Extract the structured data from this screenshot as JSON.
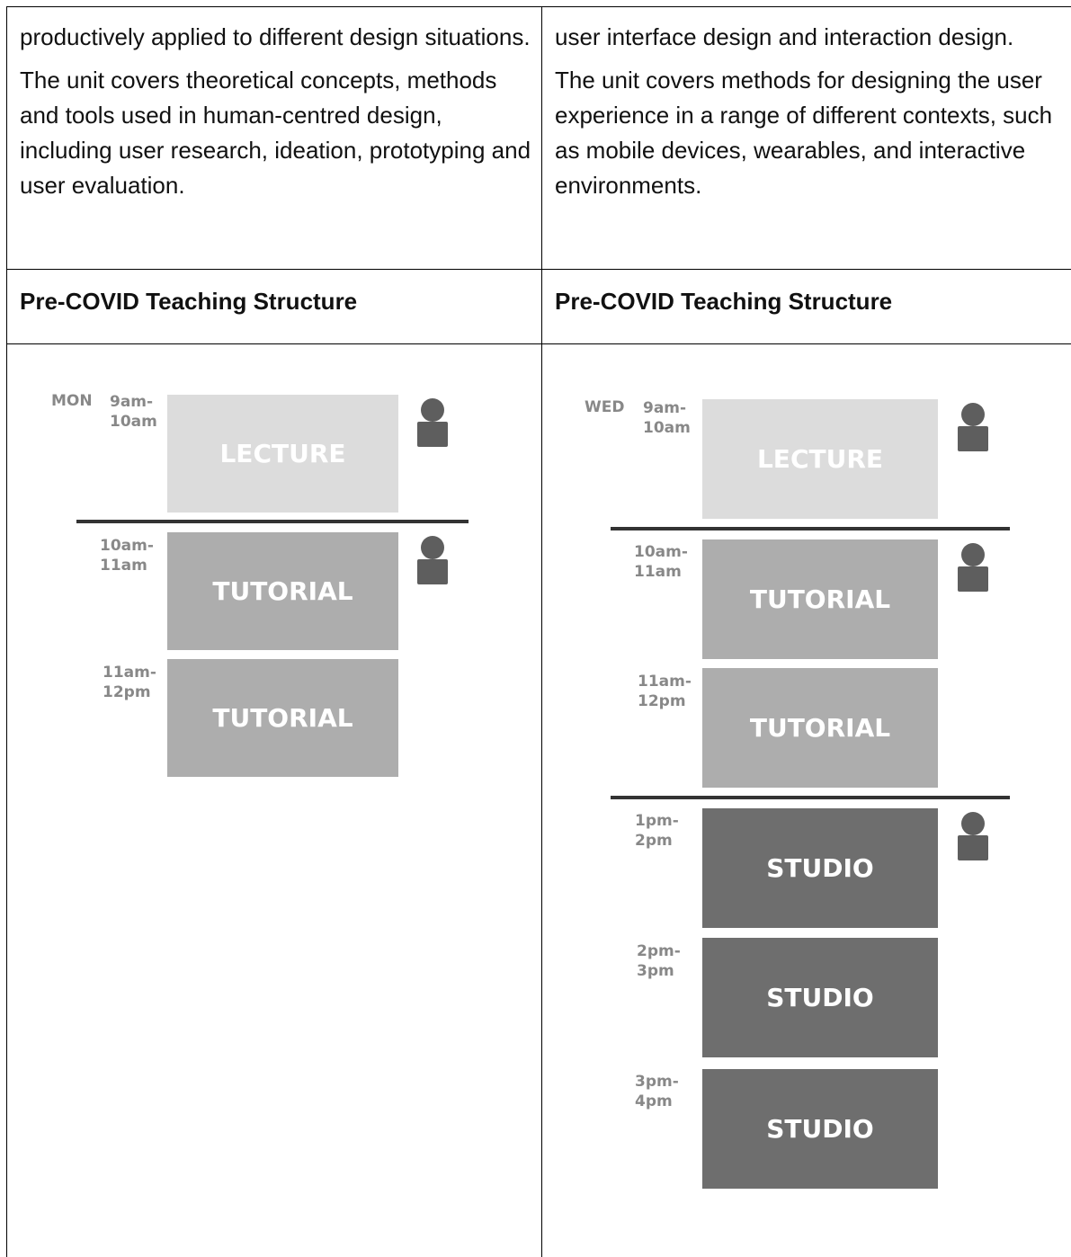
{
  "left_column": {
    "paragraph_1": "productively applied to different design situations.",
    "paragraph_2": "The unit covers theoretical concepts, methods and tools used in human-centred design, including user research, ideation, prototyping and user evaluation.",
    "heading": "Pre-COVID Teaching Structure",
    "schedule": {
      "day": "MON",
      "sessions": [
        {
          "time_1": "9am-",
          "time_2": "10am",
          "label": "LECTURE",
          "color": "#dcdcdc"
        },
        {
          "time_1": "10am-",
          "time_2": "11am",
          "label": "TUTORIAL",
          "color": "#adadad"
        },
        {
          "time_1": "11am-",
          "time_2": "12pm",
          "label": "TUTORIAL",
          "color": "#adadad"
        }
      ]
    }
  },
  "right_column": {
    "paragraph_1": "user interface design and interaction design.",
    "paragraph_2": "The unit covers methods for designing the user experience in a range of different contexts, such as mobile devices, wearables, and interactive environments.",
    "heading": "Pre-COVID Teaching Structure",
    "schedule": {
      "day": "WED",
      "sessions": [
        {
          "time_1": "9am-",
          "time_2": "10am",
          "label": "LECTURE",
          "color": "#dcdcdc"
        },
        {
          "time_1": "10am-",
          "time_2": "11am",
          "label": "TUTORIAL",
          "color": "#adadad"
        },
        {
          "time_1": "11am-",
          "time_2": "12pm",
          "label": "TUTORIAL",
          "color": "#adadad"
        },
        {
          "time_1": "1pm-",
          "time_2": "2pm",
          "label": "STUDIO",
          "color": "#6e6e6e"
        },
        {
          "time_1": "2pm-",
          "time_2": "3pm",
          "label": "STUDIO",
          "color": "#6e6e6e"
        },
        {
          "time_1": "3pm-",
          "time_2": "4pm",
          "label": "STUDIO",
          "color": "#6e6e6e"
        }
      ]
    }
  },
  "colors": {
    "lecture": "#dcdcdc",
    "tutorial": "#adadad",
    "studio": "#6e6e6e",
    "person_icon": "#5e5e5e",
    "time_label": "#888888"
  }
}
